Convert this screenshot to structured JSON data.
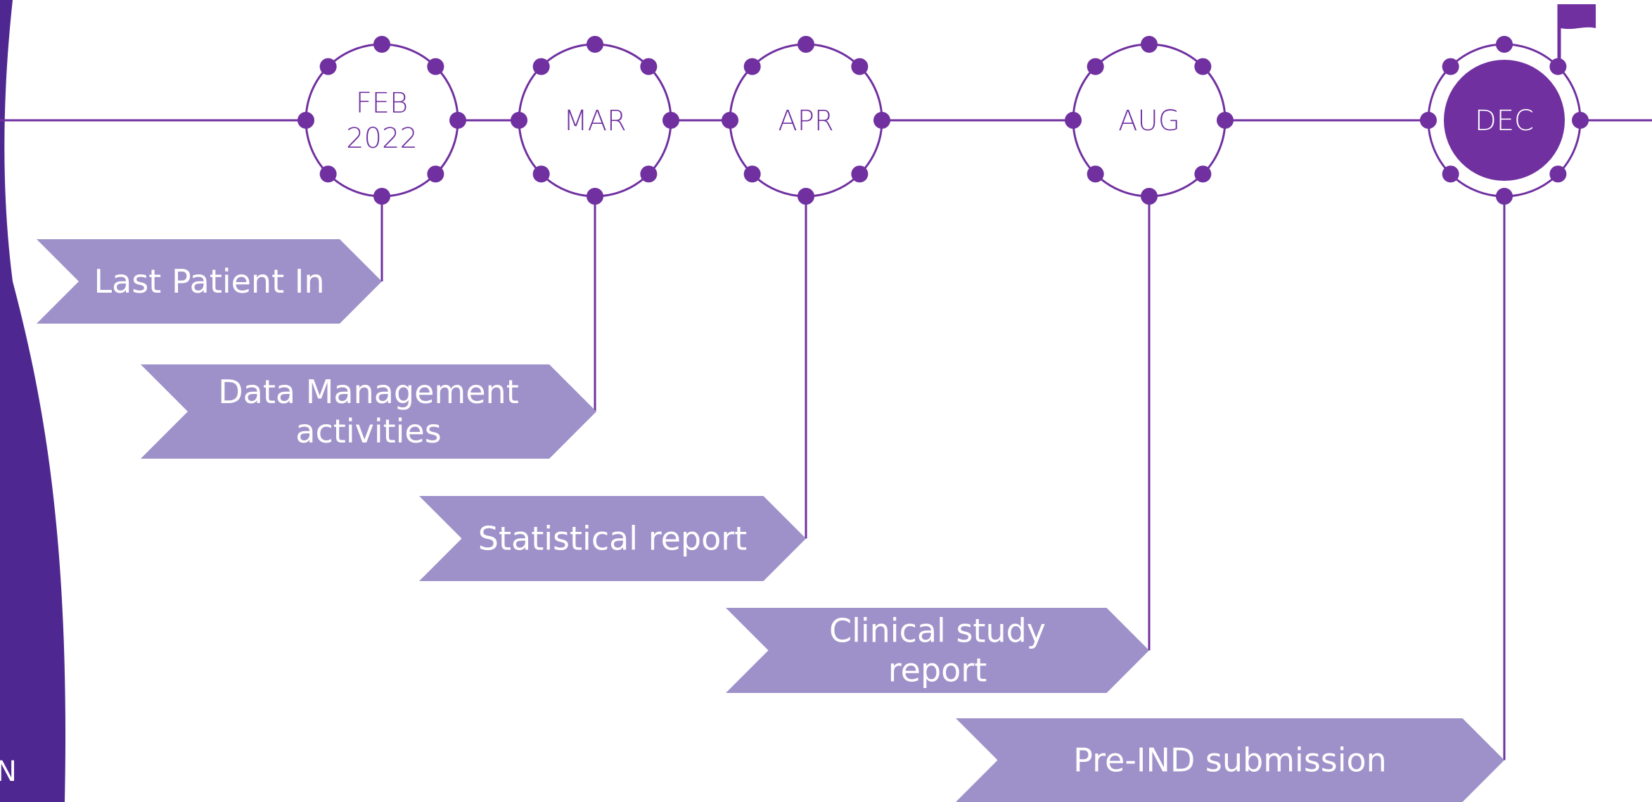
{
  "colors": {
    "accent": "#7030a0",
    "band": "#4f2790",
    "chevron": "#9e91c9",
    "white": "#ffffff"
  },
  "side_mark": "N",
  "milestones": [
    {
      "id": "feb",
      "lines": [
        "FEB",
        "2022"
      ],
      "active": false
    },
    {
      "id": "mar",
      "lines": [
        "MAR"
      ],
      "active": false
    },
    {
      "id": "apr",
      "lines": [
        "APR"
      ],
      "active": false
    },
    {
      "id": "aug",
      "lines": [
        "AUG"
      ],
      "active": false
    },
    {
      "id": "dec",
      "lines": [
        "DEC"
      ],
      "active": true,
      "flag": "flag-icon"
    }
  ],
  "tasks": [
    {
      "id": "last-patient-in",
      "milestone": "feb",
      "lines": [
        "Last Patient In"
      ]
    },
    {
      "id": "data-management",
      "milestone": "mar",
      "lines": [
        "Data Management",
        "activities"
      ]
    },
    {
      "id": "statistical-report",
      "milestone": "apr",
      "lines": [
        "Statistical report"
      ]
    },
    {
      "id": "clinical-study-report",
      "milestone": "aug",
      "lines": [
        "Clinical study",
        "report"
      ]
    },
    {
      "id": "pre-ind-submission",
      "milestone": "dec",
      "lines": [
        "Pre-IND submission"
      ]
    }
  ]
}
